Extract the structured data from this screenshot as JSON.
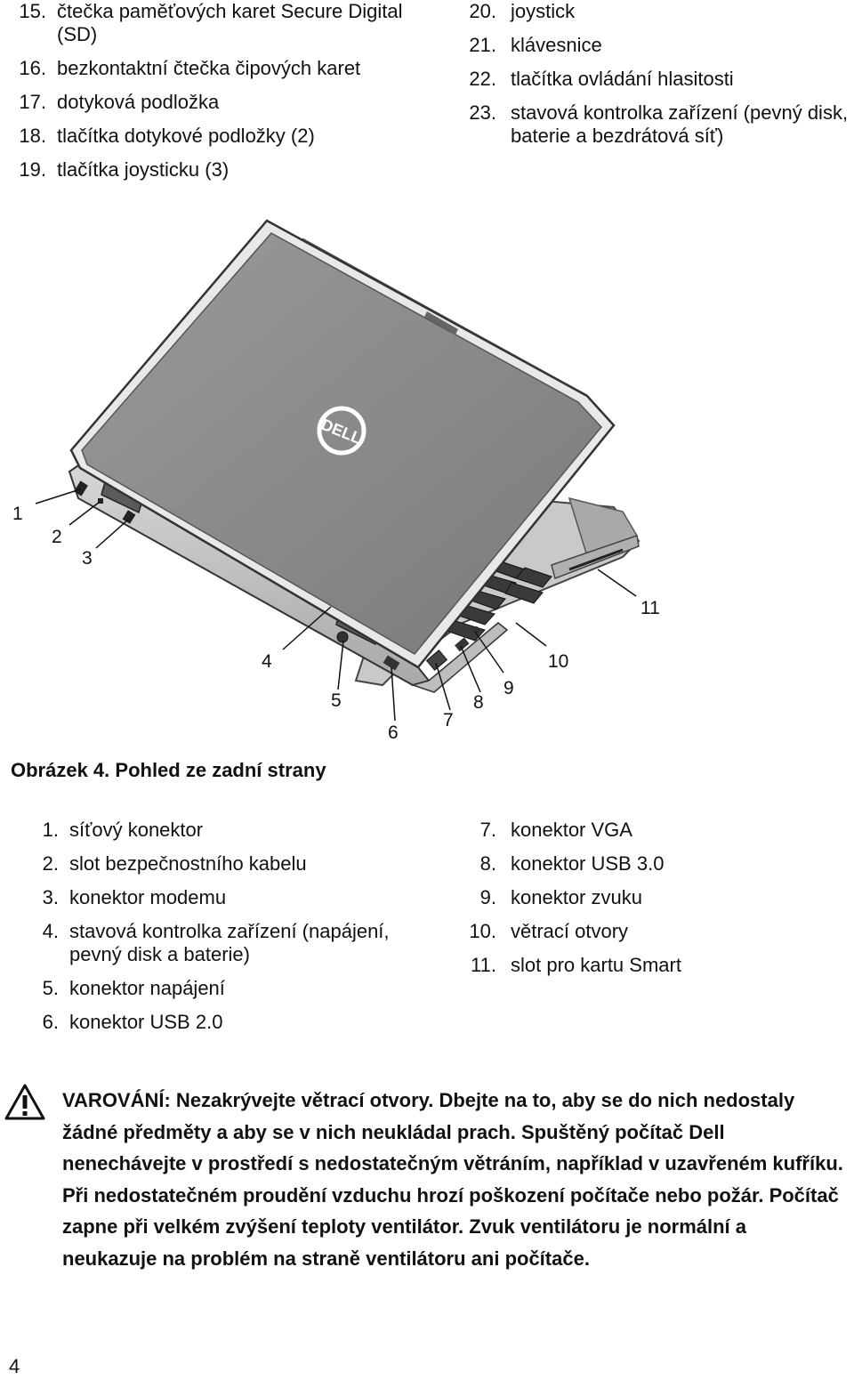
{
  "top_list_left": [
    {
      "num": "15.",
      "text": "čtečka paměťových karet Secure Digital (SD)"
    },
    {
      "num": "16.",
      "text": "bezkontaktní čtečka čipových karet"
    },
    {
      "num": "17.",
      "text": "dotyková podložka"
    },
    {
      "num": "18.",
      "text": "tlačítka dotykové podložky (2)"
    },
    {
      "num": "19.",
      "text": "tlačítka joysticku (3)"
    }
  ],
  "top_list_right": [
    {
      "num": "20.",
      "text": "joystick"
    },
    {
      "num": "21.",
      "text": "klávesnice"
    },
    {
      "num": "22.",
      "text": "tlačítka ovládání hlasitosti"
    },
    {
      "num": "23.",
      "text": "stavová kontrolka zařízení (pevný disk, baterie a bezdrátová síť)"
    }
  ],
  "figure": {
    "logo_text": "DELL",
    "callouts": [
      "1",
      "2",
      "3",
      "4",
      "5",
      "6",
      "7",
      "8",
      "9",
      "10",
      "11"
    ]
  },
  "caption": "Obrázek 4. Pohled ze zadní strany",
  "bottom_list_left": [
    {
      "num": "1.",
      "text": "síťový konektor"
    },
    {
      "num": "2.",
      "text": "slot bezpečnostního kabelu"
    },
    {
      "num": "3.",
      "text": "konektor modemu"
    },
    {
      "num": "4.",
      "text": "stavová kontrolka zařízení (napájení, pevný disk a baterie)"
    },
    {
      "num": "5.",
      "text": "konektor napájení"
    },
    {
      "num": "6.",
      "text": "konektor USB 2.0"
    }
  ],
  "bottom_list_right": [
    {
      "num": "7.",
      "text": "konektor VGA"
    },
    {
      "num": "8.",
      "text": "konektor USB 3.0"
    },
    {
      "num": "9.",
      "text": "konektor zvuku"
    },
    {
      "num": "10.",
      "text": "větrací otvory"
    },
    {
      "num": "11.",
      "text": "slot pro kartu Smart"
    }
  ],
  "warning": {
    "icon": "warning-triangle-icon",
    "text": "VAROVÁNÍ: Nezakrývejte větrací otvory. Dbejte na to, aby se do nich nedostaly žádné předměty a aby se v nich neukládal prach. Spuštěný počítač Dell nenechávejte v prostředí s nedostatečným větráním, například v uzavřeném kufříku. Při nedostatečném proudění vzduchu hrozí poškození počítače nebo požár. Počítač zapne při velkém zvýšení teploty ventilátor. Zvuk ventilátoru je normální a neukazuje na problém na straně ventilátoru ani počítače."
  },
  "page_number": "4"
}
